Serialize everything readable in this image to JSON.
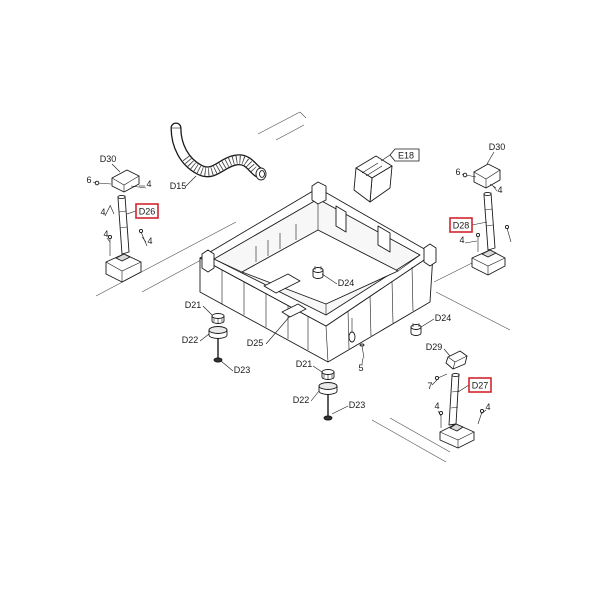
{
  "callouts": {
    "d30_left": "D30",
    "n6_left": "6",
    "n4_left_a": "4",
    "n4_left_b": "4",
    "d26": "D26",
    "n4_left_c": "4",
    "n4_left_d": "4",
    "d15": "D15",
    "e18": "E18",
    "d30_right": "D30",
    "n6_right": "6",
    "n4_right_a": "4",
    "d28": "D28",
    "n4_right_b": "4",
    "d24_center": "D24",
    "d21_left": "D21",
    "d24_right": "D24",
    "d22_left": "D22",
    "d25": "D25",
    "d29": "D29",
    "d23_left": "D23",
    "d21_center": "D21",
    "n5": "5",
    "n7": "7",
    "d27": "D27",
    "d22_center": "D22",
    "d23_center": "D23",
    "n4_bottom_a": "4",
    "n4_bottom_b": "4"
  },
  "style": {
    "highlight_color": "#d3262e",
    "line_color": "#1a1a1a",
    "background": "#ffffff"
  }
}
